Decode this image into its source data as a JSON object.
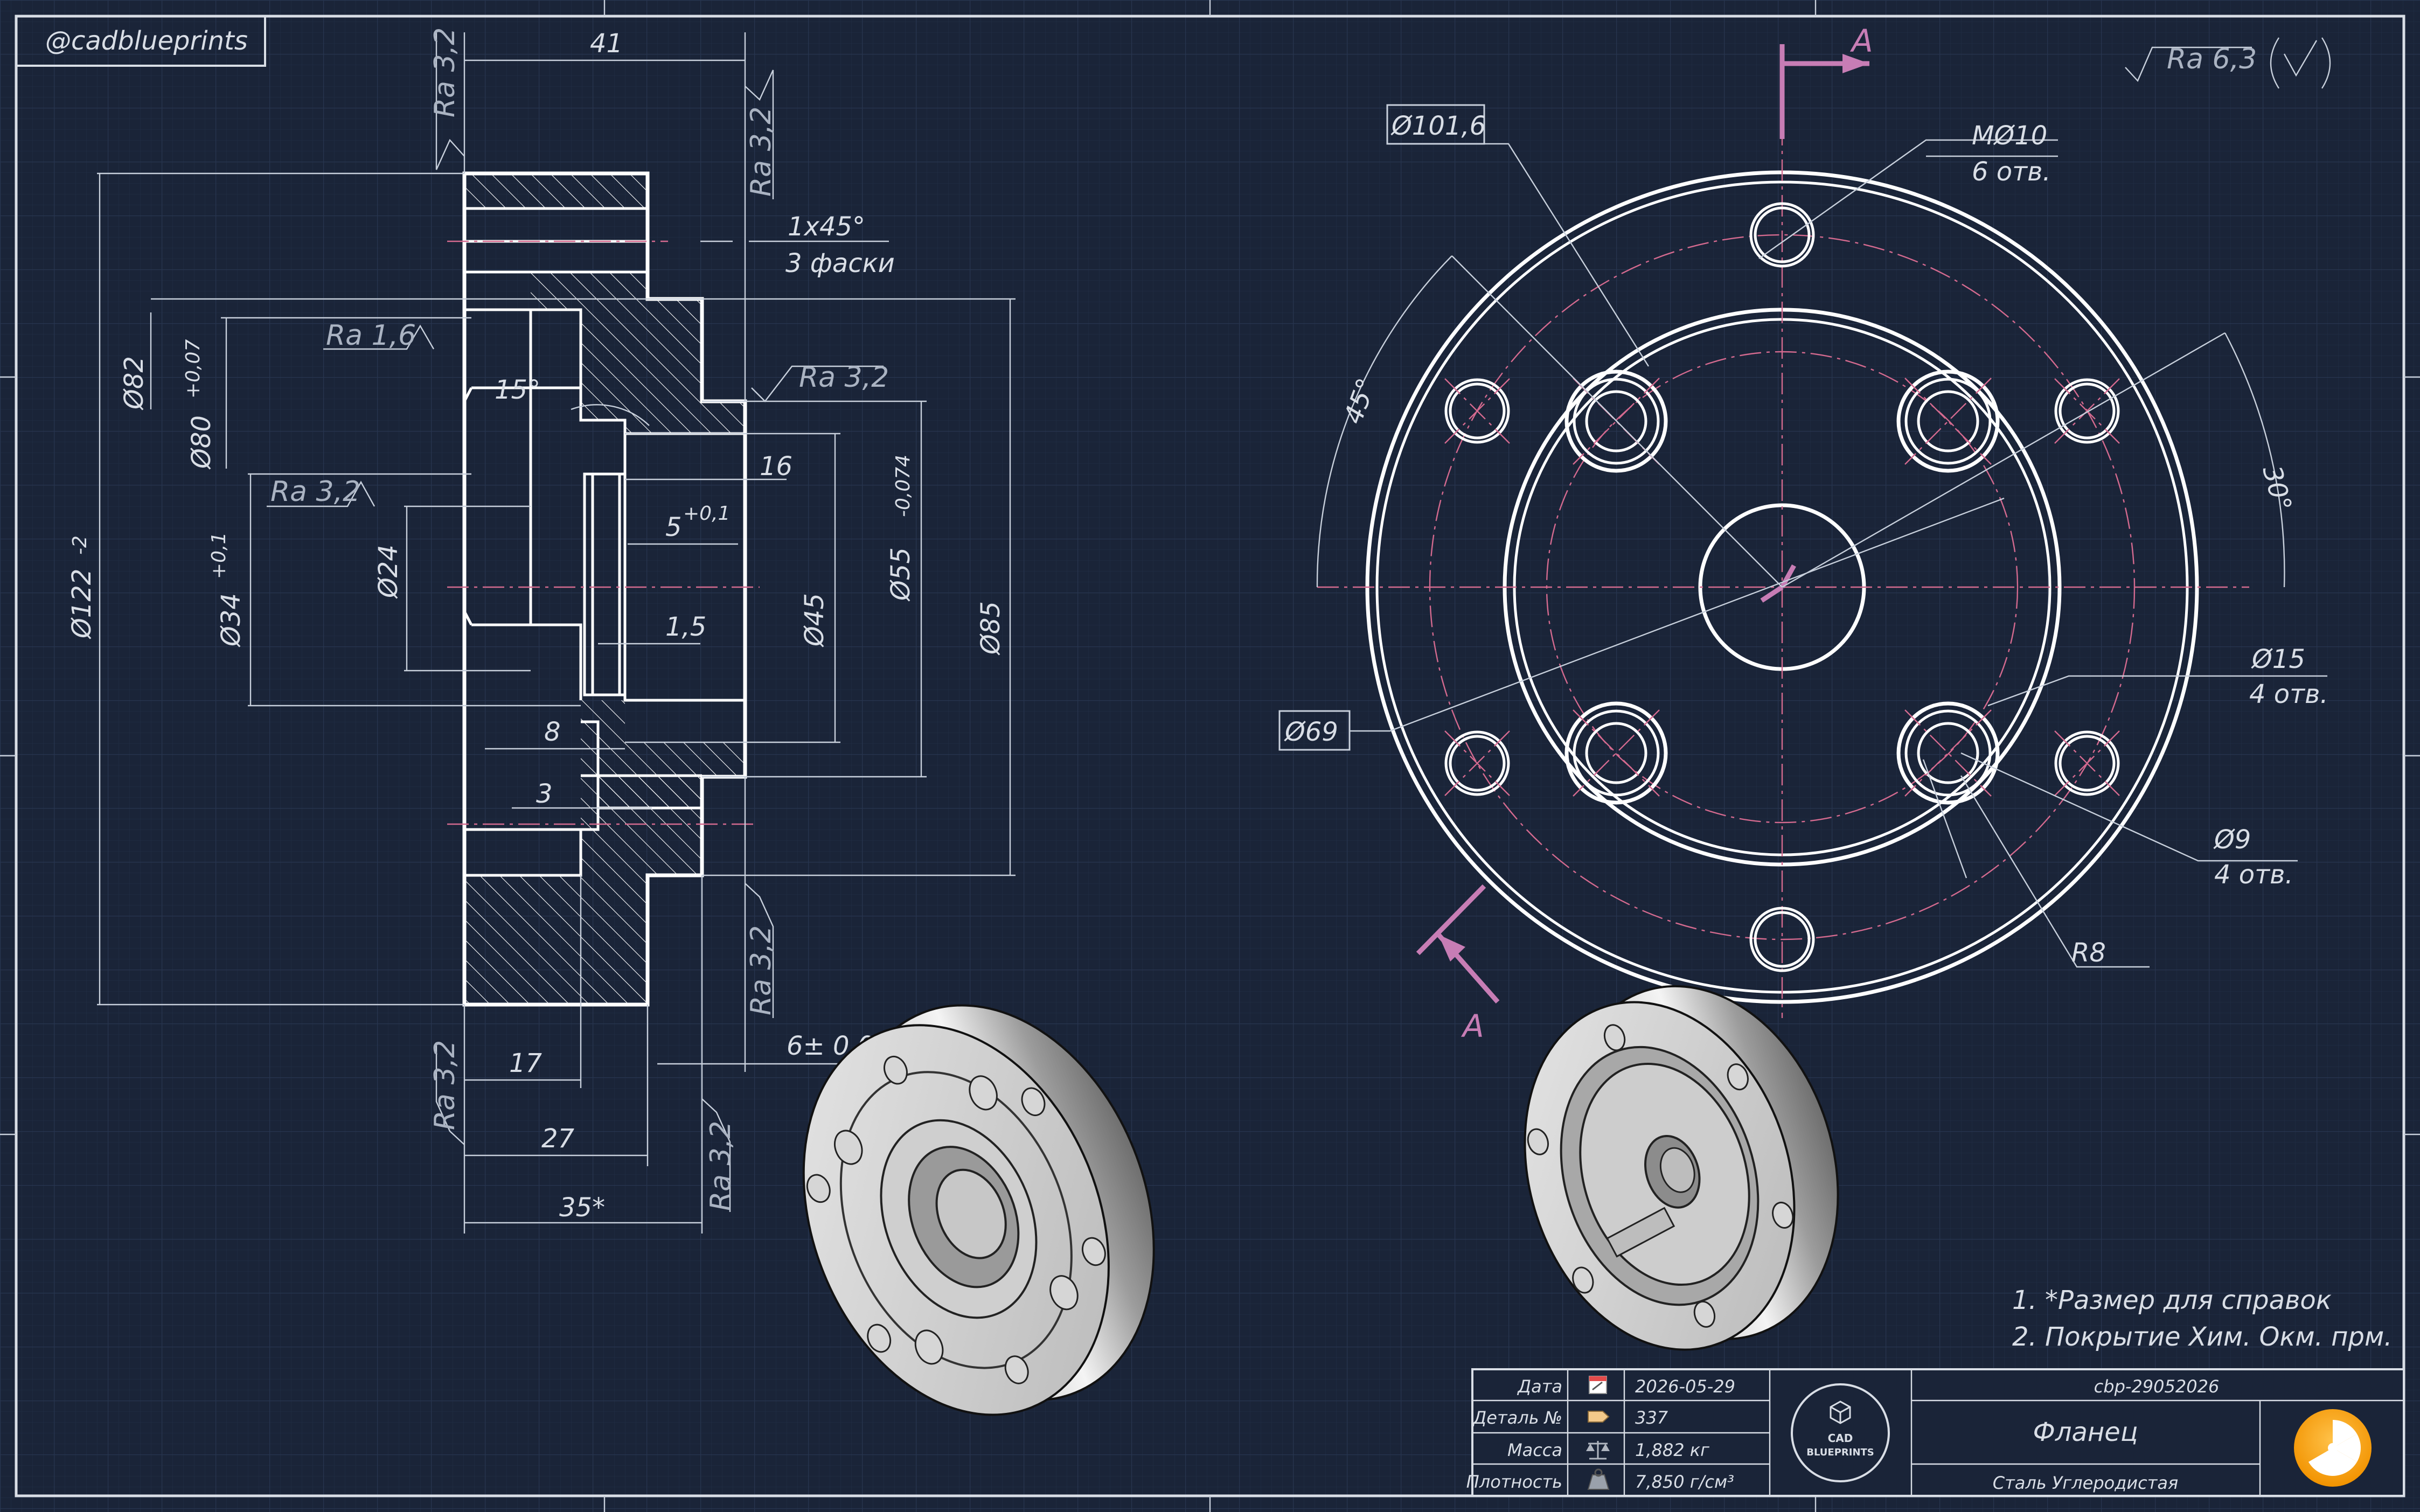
{
  "watermark": "@cadblueprints",
  "roughness_general": "Ra 6,3",
  "section_label": "A",
  "side_view": {
    "dims": {
      "d_top": "41",
      "ra_top_left": "Ra 3,2",
      "ra_top_right": "Ra 3,2",
      "chamfer_1": "1x45°",
      "chamfer_2": "3 фаски",
      "ra_16": "Ra 1,6",
      "ra_32_a": "Ra 3,2",
      "ra_32_b": "Ra 3,2",
      "angle_15": "15°",
      "d16": "16",
      "d5": "5",
      "d5_tol": "+0,1",
      "d15": "1,5",
      "d8": "8",
      "d3": "3",
      "phi82": "Ø82",
      "phi80": "Ø80",
      "phi80_tol": "+0,07",
      "phi24": "Ø24",
      "phi34": "Ø34",
      "phi34_tol": "+0,1",
      "phi122": "Ø122",
      "phi122_tol": "-2",
      "phi45": "Ø45",
      "phi55": "Ø55",
      "phi55_tol": "-0,074",
      "phi85": "Ø85",
      "ra_bottom_right": "Ra 3,2",
      "ra_bottom_left": "Ra 3,2",
      "ra_bottom_right2": "Ra 3,2",
      "d6": "6± 0,09",
      "d17": "17",
      "d27": "27",
      "d35": "35*"
    }
  },
  "front_view": {
    "dims": {
      "phi101": "Ø101,6",
      "m10": "MØ10",
      "m10_n": "6 отв.",
      "angle45": "45°",
      "angle30": "30°",
      "phi69": "Ø69",
      "phi15": "Ø15",
      "phi15_n": "4 отв.",
      "phi9": "Ø9",
      "phi9_n": "4 отв.",
      "r8": "R8"
    }
  },
  "notes": [
    "1. *Размер для справок",
    "2. Покрытие Хим. Окм. прм."
  ],
  "title_block": {
    "rows": [
      {
        "label": "Дата",
        "value": "2026-05-29"
      },
      {
        "label": "Деталь №",
        "value": "337"
      },
      {
        "label": "Масса",
        "value": "1,882 кг"
      },
      {
        "label": "Плотность",
        "value": "7,850 г/см³"
      }
    ],
    "logo_line1": "CAD",
    "logo_line2": "BLUEPRINTS",
    "code": "cbp-29052026",
    "part_name": "Фланец",
    "material": "Сталь Углеродистая"
  },
  "colors": {
    "background": "#1a2438",
    "grid": "#24314a",
    "line": "#ffffff",
    "centerline": "#d46a8f",
    "section": "#c77db5",
    "badge": "#f5a623"
  }
}
